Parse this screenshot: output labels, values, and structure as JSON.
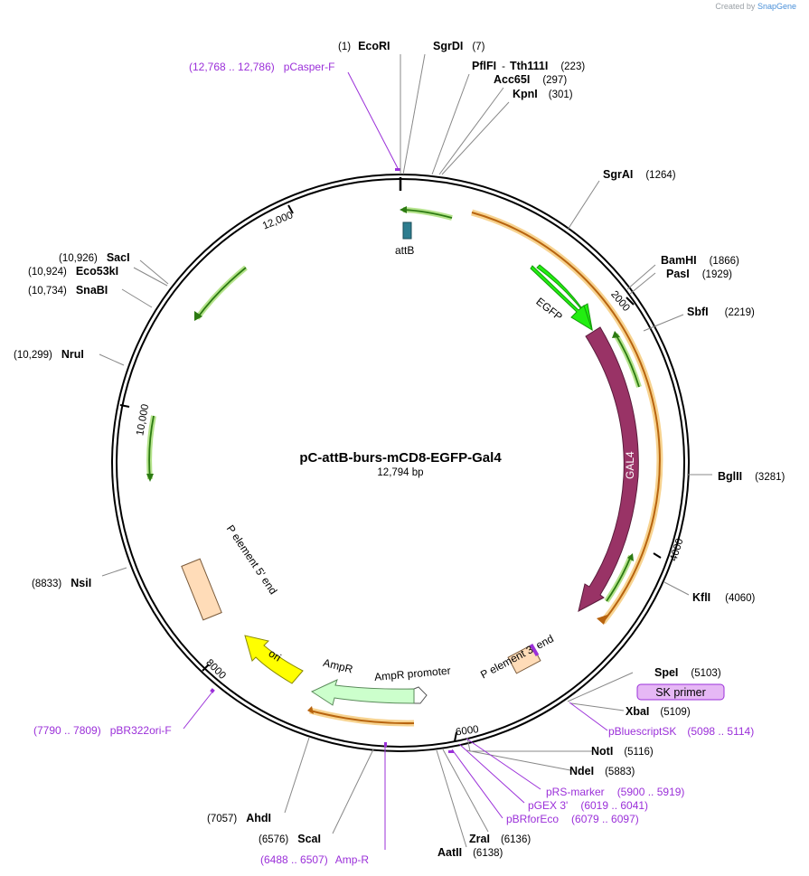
{
  "credit": {
    "prefix": "Created by",
    "brand": "SnapGene"
  },
  "plasmid": {
    "name": "pC-attB-burs-mCD8-EGFP-Gal4",
    "size": "12,794 bp"
  },
  "ticks": [
    "2000",
    "4000",
    "6000",
    "8000",
    "10,000",
    "12,000"
  ],
  "enzymes": [
    {
      "name": "EcoRI",
      "pos": "(1)"
    },
    {
      "name": "SgrDI",
      "pos": "(7)"
    },
    {
      "name": "PflFI",
      "dash": "-",
      "name2": "Tth111I",
      "pos": "(223)"
    },
    {
      "name": "Acc65I",
      "pos": "(297)"
    },
    {
      "name": "KpnI",
      "pos": "(301)"
    },
    {
      "name": "SgrAI",
      "pos": "(1264)"
    },
    {
      "name": "BamHI",
      "pos": "(1866)"
    },
    {
      "name": "PasI",
      "pos": "(1929)"
    },
    {
      "name": "SbfI",
      "pos": "(2219)"
    },
    {
      "name": "BglII",
      "pos": "(3281)"
    },
    {
      "name": "KflI",
      "pos": "(4060)"
    },
    {
      "name": "SpeI",
      "pos": "(5103)"
    },
    {
      "name": "XbaI",
      "pos": "(5109)"
    },
    {
      "name": "NotI",
      "pos": "(5116)"
    },
    {
      "name": "NdeI",
      "pos": "(5883)"
    },
    {
      "name": "ZraI",
      "pos": "(6136)"
    },
    {
      "name": "AatII",
      "pos": "(6138)"
    },
    {
      "name": "ScaI",
      "pos": "(6576)"
    },
    {
      "name": "AhdI",
      "pos": "(7057)"
    },
    {
      "name": "NsiI",
      "pos": "(8833)"
    },
    {
      "name": "NruI",
      "pos": "(10,299)"
    },
    {
      "name": "SnaBI",
      "pos": "(10,734)"
    },
    {
      "name": "Eco53kI",
      "pos": "(10,924)"
    },
    {
      "name": "SacI",
      "pos": "(10,926)"
    }
  ],
  "primers": [
    {
      "range": "(12,768 .. 12,786)",
      "name": "pCasper-F"
    },
    {
      "name": "pBluescriptSK",
      "range": "(5098 .. 5114)"
    },
    {
      "name": "pRS-marker",
      "range": "(5900 .. 5919)"
    },
    {
      "name": "pGEX 3'",
      "range": "(6019 .. 6041)"
    },
    {
      "name": "pBRforEco",
      "range": "(6079 .. 6097)"
    },
    {
      "range": "(6488 .. 6507)",
      "name": "Amp-R"
    },
    {
      "range": "(7790 .. 7809)",
      "name": "pBR322ori-F"
    }
  ],
  "sk_primer": "SK primer",
  "features": {
    "attB": "attB",
    "egfp": "EGFP",
    "gal4": "GAL4",
    "p3": "P element 3' end",
    "ampr_promoter": "AmpR promoter",
    "ampr": "AmpR",
    "ori": "ori",
    "p5": "P element 5' end"
  },
  "colors": {
    "backbone": "#000000",
    "egfp": "#22ee11",
    "gal4": "#993366",
    "ori": "#ffff00",
    "ampr": "#ccffcc",
    "p_element": "#ffdcb8",
    "attb": "#2e7d8f",
    "orange_track": "#f5a623",
    "green_arrows": "#66bb33",
    "primer": "#9b30d9"
  }
}
